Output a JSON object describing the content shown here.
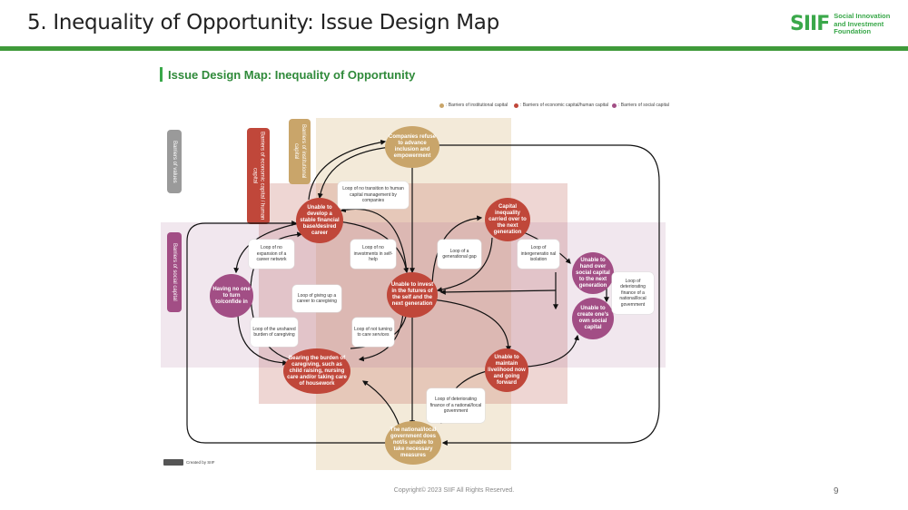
{
  "header": {
    "title": "5. Inequality of Opportunity: Issue Design Map"
  },
  "logo": {
    "mark": "SIIF",
    "line1": "Social Innovation",
    "line2": "and Investment",
    "line3": "Foundation"
  },
  "subtitle": "Issue Design Map: Inequality of Opportunity",
  "legend": {
    "items": [
      {
        "label": ": Barriers of institutional capital",
        "color": "#c9a56a"
      },
      {
        "label": ": Barriers of economic capital/human capital",
        "color": "#c0473a"
      },
      {
        "label": ": Barriers of social capital",
        "color": "#a24e85"
      }
    ]
  },
  "axis_labels": {
    "values": "Barriers of values",
    "economic": "Barriers of economic capital / human capital",
    "institutional": "Barriers of institutional capital",
    "social": "Barriers of social capital"
  },
  "nodes": {
    "companies": "Companies refuse to advance inclusion and empowerment",
    "unable_develop": "Unable to develop a stable financial base/desired career",
    "capital_inequality": "Capital inequality carried over to the next generation",
    "having_no_one": "Having no one to turn to/confide in",
    "unable_invest": "Unable to invest in the futures of the self and the next generation",
    "unable_hand_over": "Unable to hand over social capital to the next generation",
    "unable_create": "Unable to create one's own social capital",
    "bearing_burden": "Bearing the burden of caregiving, such as child raising, nursing care and/or taking care of housework",
    "unable_maintain": "Unable to maintain livelihood now and going forward",
    "government": "The national/local government does not/is unable to take necessary measures"
  },
  "loops": {
    "no_transition": "Loop of no transition to human capital management by companies",
    "no_expansion": "Loop of no expansion of a career network",
    "no_investments": "Loop of no investments in self-help",
    "generational_gap": "Loop of a generational gap",
    "intergenerational": "Loop of intergeneratio nal isolation",
    "giving_up": "Loop of giving up a career to caregiving",
    "deteriorating_right": "Loop of deteriorating finance of a national/local government",
    "unshared": "Loop of the unshared burden of caregiving",
    "not_turning": "Loop of not turning to care services",
    "deteriorating_bottom": "Loop of deteriorating finance of a national/local government"
  },
  "created_by": "Created by SIIF",
  "footer": "Copyright© 2023 SIIF All Rights Reserved.",
  "page_number": "9",
  "colors": {
    "brand_green": "#3aa84a",
    "institutional": "#c9a56a",
    "economic": "#c0473a",
    "social": "#a24e85",
    "values": "#9a9a9a"
  }
}
